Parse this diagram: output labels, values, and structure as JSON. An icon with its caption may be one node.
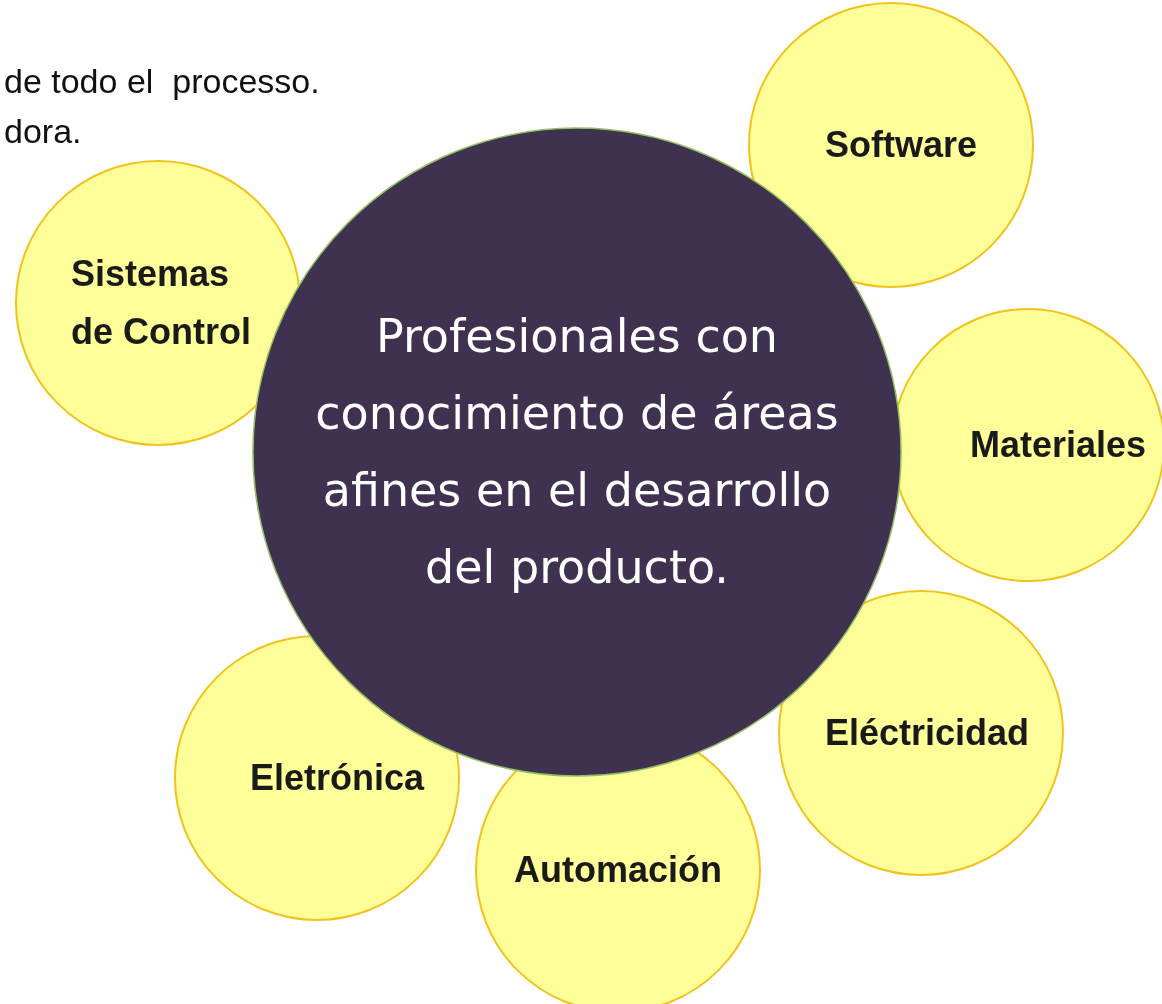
{
  "diagram": {
    "nodes": [
      {
        "text": [
          "Profesionales con conocimiento de áreas afines en el desarrollo del producto."
        ]
      },
      {
        "text": [
          "Software"
        ]
      },
      {
        "text": [
          "Sistemas de Control"
        ]
      },
      {
        "text": [
          "Materiales"
        ]
      },
      {
        "text": [
          "Eléctricidad"
        ]
      },
      {
        "text": [
          "Eletrónica"
        ]
      },
      {
        "text": [
          "Automación"
        ]
      }
    ],
    "edges": [],
    "labels": [
      "de todo el  processo.",
      "dora."
    ]
  }
}
